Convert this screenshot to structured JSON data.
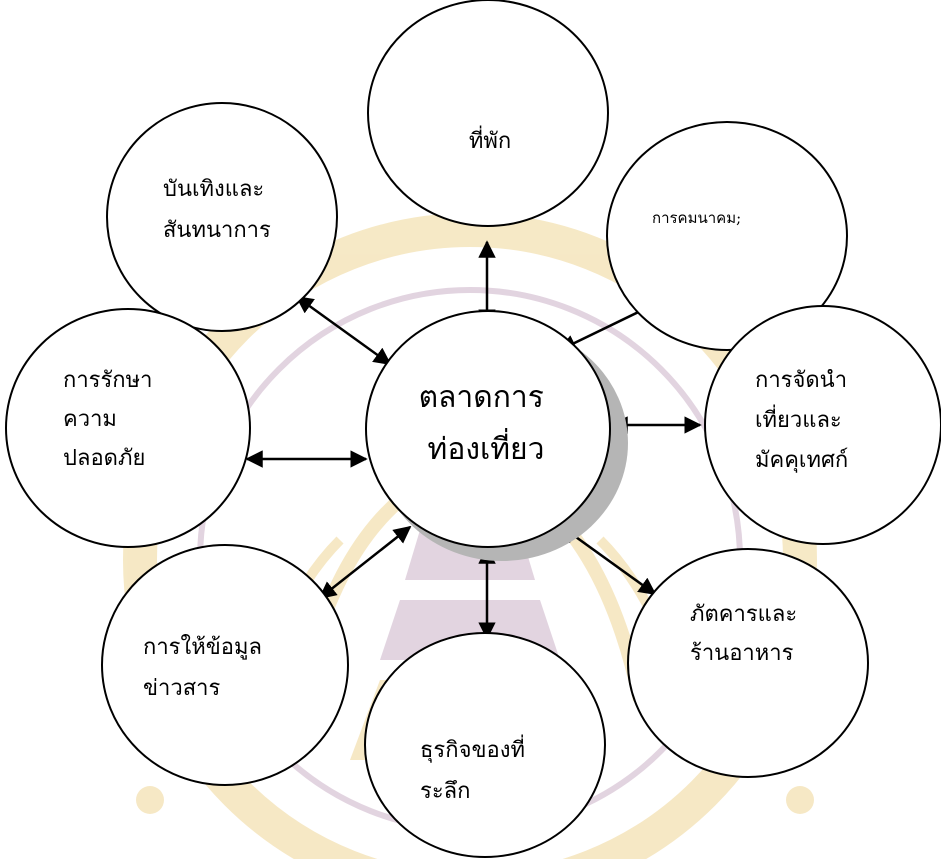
{
  "center": {
    "lines": [
      "ตลาดการ",
      "ท่องเที่ยว"
    ]
  },
  "nodes": {
    "accommodation": [
      "ที่พัก"
    ],
    "entertainment": [
      "บันเทิงและ",
      "สันทนาการ"
    ],
    "transport": [
      "การคมนาคม;"
    ],
    "safety": [
      "การรักษา",
      "ความ",
      "ปลอดภัย"
    ],
    "tour_guide": [
      "การจัดนำ",
      "เที่ยวและ",
      "มัคคุเทศก์"
    ],
    "information": [
      "การให้ข้อมูล",
      "ข่าวสาร"
    ],
    "restaurant": [
      "ภัตคารและ",
      "ร้านอาหาร"
    ],
    "souvenir": [
      "ธุรกิจของที่",
      "ระลึก"
    ]
  },
  "colors": {
    "stroke": "#000000",
    "fill": "#ffffff",
    "shadow": "#b5b5b5",
    "watermark_gold": "#e8c46a",
    "watermark_purple": "#b58fb0"
  }
}
